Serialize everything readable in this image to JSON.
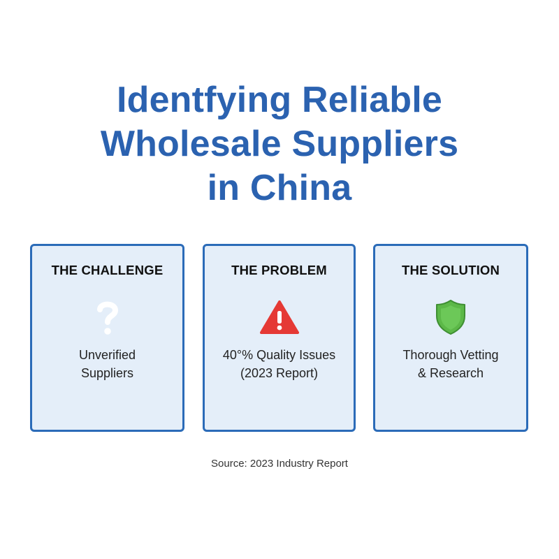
{
  "title": {
    "line1": "Identfying Reliable",
    "line2": "Wholesale Suppliers",
    "line3": "in China"
  },
  "cards": [
    {
      "heading": "THE CHALLENGE",
      "icon": "question-mark-icon",
      "text_line1": "Unverified",
      "text_line2": "Suppliers"
    },
    {
      "heading": "THE PROBLEM",
      "icon": "warning-triangle-icon",
      "text_line1": "40°% Quality Issues",
      "text_line2": "(2023 Report)"
    },
    {
      "heading": "THE SOLUTION",
      "icon": "shield-icon",
      "text_line1": "Thorough Vetting",
      "text_line2": "& Research"
    }
  ],
  "source": "Source: 2023 Industry Report",
  "colors": {
    "title": "#2b62b0",
    "card_border": "#2b6bb8",
    "card_fill": "#e4eef9",
    "warning": "#e53935",
    "shield": "#5cb848"
  }
}
